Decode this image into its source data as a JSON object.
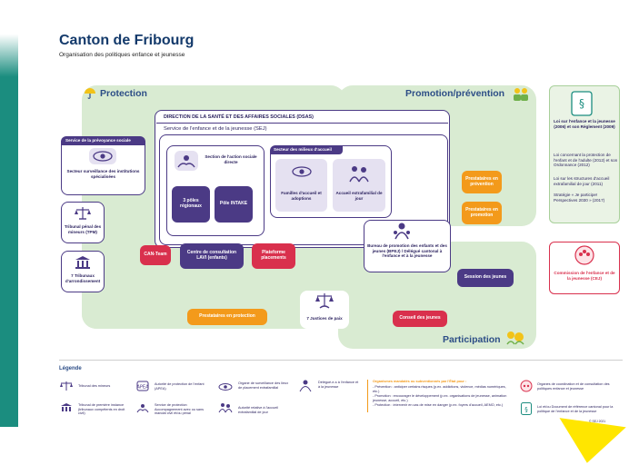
{
  "header": {
    "title": "Canton de Fribourg",
    "subtitle": "Organisation des politiques enfance et jeunesse"
  },
  "regions": {
    "protection": "Protection",
    "promotion": "Promotion/prévention",
    "participation": "Participation"
  },
  "dsas": {
    "title": "DIRECTION DE LA SANTÉ ET DES AFFAIRES SOCIALES (DSAS)",
    "sej": "Service de l'enfance et de la jeunesse (SEJ)"
  },
  "prevoyance": {
    "header": "Service de la prévoyance sociale",
    "label": "Secteur surveillance des institutions spécialisées"
  },
  "action_sociale": {
    "label": "Section de l'action sociale directe",
    "poles": "3 pôles régionaux",
    "intake": "Pôle INTAKE"
  },
  "milieux_accueil": {
    "header": "Secteur des milieux d'accueil",
    "familles": "Familles d'accueil et adoptions",
    "extrafamilial": "Accueil extrafamilial de jour"
  },
  "tribunal": {
    "tpm": "Tribunal pénal des mineurs (TPM)",
    "arrondissement": "7 Tribunaux d'arrondissement"
  },
  "bottom_boxes": {
    "can_team": "CAN-Team",
    "lavi": "Centre de consultation LAVI (enfants)",
    "plateforme": "Plateforme placements",
    "prestataires_protection": "Prestataires en protection",
    "justices_paix": "7 Justices de paix",
    "conseil_jeunes": "Conseil des jeunes",
    "session_jeunes": "Session des jeunes"
  },
  "bpej": {
    "label": "Bureau de promotion des enfants et des jeunes (BPEJ) / Délégué cantonal à l'enfance et à la jeunesse"
  },
  "prestataires_prevention": "Prestataires en prévention",
  "prestataires_promotion": "Prestataires en promotion",
  "right_panel": {
    "loi": "Loi sur l'enfance et la jeunesse (2006) et son Règlement (2009)",
    "bullets": [
      "Loi concernant la protection de l'enfant et de l'adulte (2012) et son Ordonnance (2012)",
      "Loi sur les structures d'accueil extrafamilial de jour (2011)",
      "Stratégie « Je participe! Perspectives 2030 » (2017)"
    ],
    "commission": "Commission de l'enfance et de la jeunesse (CEJ)"
  },
  "legend": {
    "title": "Légende",
    "items": [
      "Tribunal des mineurs",
      "Tribunal de première instance (tribunaux compétents en droit civil)",
      "Autorité de protection de l'enfant (APEA)",
      "Service de protection Accompagnement avec ou sans mandat civil et/ou pénal",
      "Organe de surveillance des lieux de placement extrafamilial",
      "Autorité relative à l'accueil extrafamilial de jour",
      "Délégué-e-s à l'enfance et à la jeunesse",
      "Organes de coordination et de consultation des politiques enfance et jeunesse",
      "Loi et/ou Document de référence cantonal pour la politique de l'enfance et de la jeunesse"
    ],
    "orange_text": [
      "Organismes mandatés ou subventionnés par l'État pour :",
      "- Prévention : anticiper certains risques (p.ex. addictions, violence, médias numériques, etc.)",
      "- Promotion : encourager le développement (p.ex. organisations de jeunesse, animation jeunesse, accueil, etc.)",
      "- Protection : intervenir en cas de mise en danger (p.ex. foyers d'accueil, AEMO, etc.)"
    ],
    "footer_small": "© SEJ 2021"
  },
  "colors": {
    "green_bg": "#d9ebd2",
    "purple": "#4b3a85",
    "red": "#d9304d",
    "orange": "#f39a1b",
    "title_blue": "#143a6b",
    "teal_strip": "#1b8d7f",
    "yellow_corner": "#ffe600"
  }
}
